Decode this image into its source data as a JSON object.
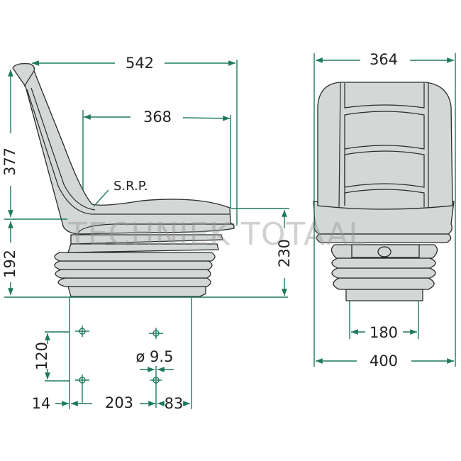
{
  "watermark": "TECHNIEK TOTAAL",
  "colors": {
    "dimension_lines": "#1f7a5a",
    "seat_fill": "#d3d8d6",
    "outline": "#2a2a2a"
  },
  "side_view": {
    "overall_depth": "542",
    "seat_depth": "368",
    "backrest_height": "377",
    "seat_height_to_srp": "192",
    "seat_front_height": "230",
    "reference_point": "S.R.P."
  },
  "mounting": {
    "hole_spacing_vertical": "120",
    "offset_left": "14",
    "hole_spacing_horizontal": "203",
    "offset_right": "83",
    "hole_diameter": "ø 9.5"
  },
  "front_view": {
    "backrest_width": "364",
    "base_width": "180",
    "overall_width": "400"
  }
}
